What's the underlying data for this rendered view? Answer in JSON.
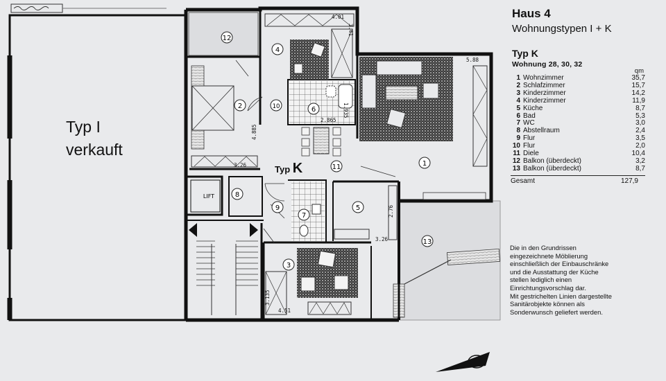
{
  "header": {
    "title": "Haus 4",
    "subtitle": "Wohnungstypen I + K"
  },
  "type_k": {
    "title": "Typ K",
    "units": "Wohnung 28, 30, 32",
    "area_unit": "qm",
    "rooms": [
      {
        "no": "1",
        "name": "Wohnzimmer",
        "area": "35,7"
      },
      {
        "no": "2",
        "name": "Schlafzimmer",
        "area": "15,7"
      },
      {
        "no": "3",
        "name": "Kinderzimmer",
        "area": "14,2"
      },
      {
        "no": "4",
        "name": "Kinderzimmer",
        "area": "11,9"
      },
      {
        "no": "5",
        "name": "Küche",
        "area": "8,7"
      },
      {
        "no": "6",
        "name": "Bad",
        "area": "5,3"
      },
      {
        "no": "7",
        "name": "WC",
        "area": "3,0"
      },
      {
        "no": "8",
        "name": "Abstellraum",
        "area": "2,4"
      },
      {
        "no": "9",
        "name": "Flur",
        "area": "3,5"
      },
      {
        "no": "10",
        "name": "Flur",
        "area": "2,0"
      },
      {
        "no": "11",
        "name": "Diele",
        "area": "10,4"
      },
      {
        "no": "12",
        "name": "Balkon (überdeckt)",
        "area": "3,2"
      },
      {
        "no": "13",
        "name": "Balkon (überdeckt)",
        "area": "8,7"
      }
    ],
    "total_label": "Gesamt",
    "total_value": "127,9"
  },
  "note": [
    "Die in den Grundrissen",
    "eingezeichnete Möblierung",
    "einschließlich der Einbauschränke",
    "und die Ausstattung der Küche",
    "stellen lediglich einen",
    "Einrichtungsvorschlag dar.",
    "Mit gestrichelten Linien dargestellte",
    "Sanitärobjekte können als",
    "Sonderwunsch geliefert werden."
  ],
  "plan": {
    "typ_i_line1": "Typ I",
    "typ_i_line2": "verkauft",
    "typ_k_prefix": "Typ",
    "typ_k_letter": "K",
    "lift_label": "LIFT",
    "room_markers": [
      "1",
      "2",
      "3",
      "4",
      "5",
      "6",
      "7",
      "8",
      "9",
      "10",
      "11",
      "12",
      "13"
    ],
    "dimensions": {
      "d_401": "4.01",
      "d_341": "3.41",
      "d_588": "5.88",
      "d_1935": "1.935",
      "d_2865": "2.865",
      "d_4885": "4.885",
      "d_326a": "3.26",
      "d_276": "2.76",
      "d_326b": "3.26",
      "d_3135": "3.135",
      "d_451": "4.51"
    }
  }
}
